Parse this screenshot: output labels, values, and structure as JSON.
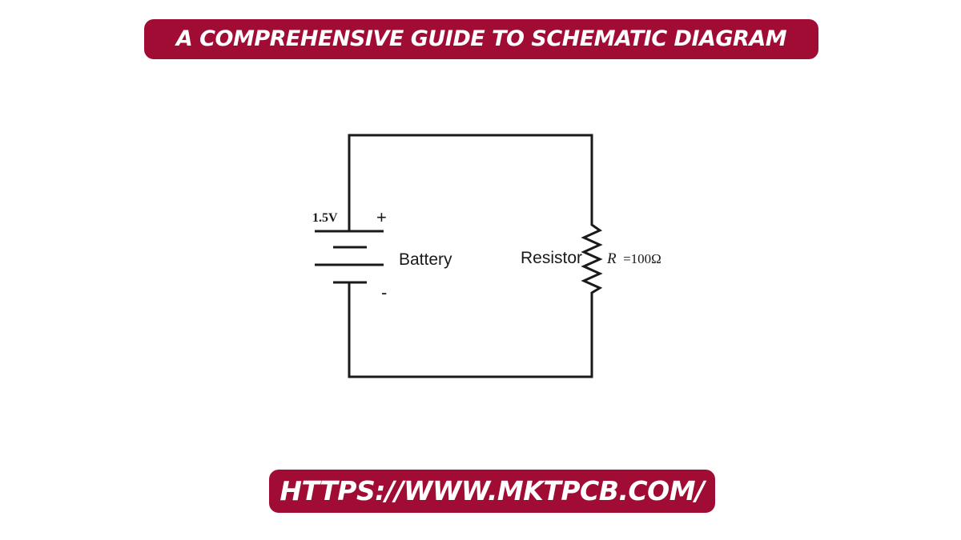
{
  "header": {
    "title": "A COMPREHENSIVE GUIDE TO SCHEMATIC DIAGRAM"
  },
  "footer": {
    "url": "HTTPS://WWW.MKTPCB.COM/"
  },
  "diagram": {
    "battery": {
      "voltage_label": "1.5V",
      "plus_sign": "+",
      "minus_sign": "-",
      "name_label": "Battery"
    },
    "resistor": {
      "name_label": "Resistor",
      "value_symbol": "R",
      "value_text": "=100Ω"
    }
  },
  "colors": {
    "banner_background": "#a10c35",
    "banner_text": "#ffffff",
    "wire": "#1a1a1a"
  }
}
